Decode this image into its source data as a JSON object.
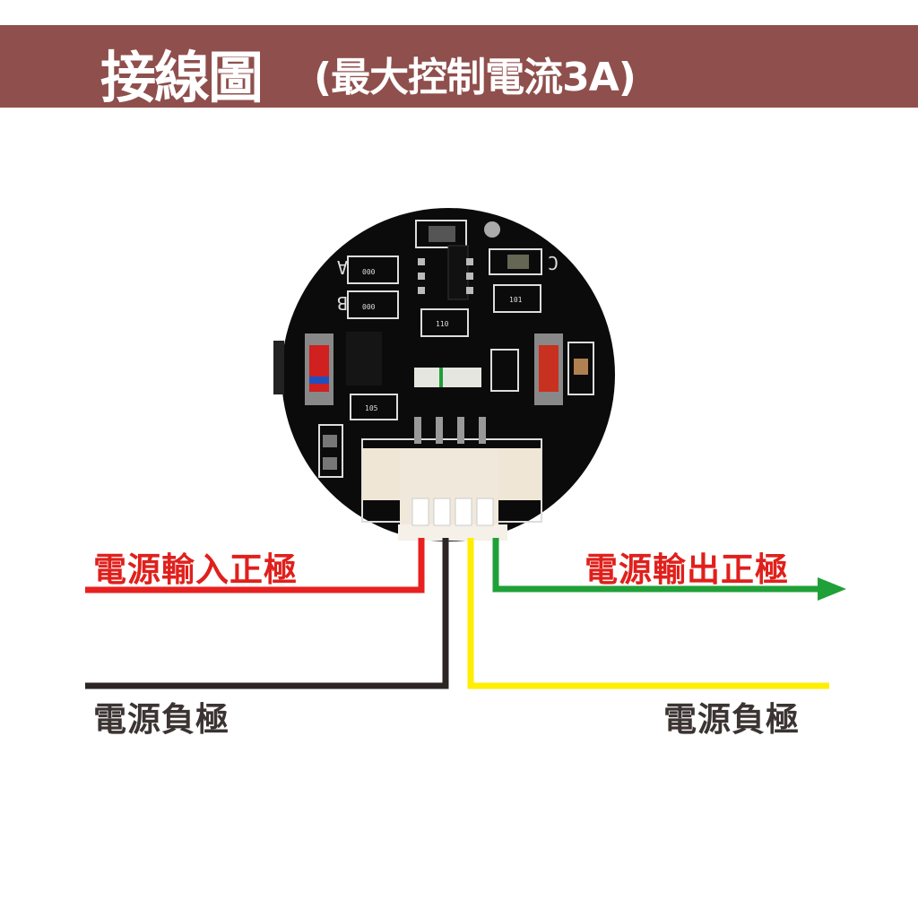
{
  "header": {
    "title": "接線圖",
    "subtitle": "(最大控制電流3A)"
  },
  "colors": {
    "banner": "#8f4f4c",
    "red_wire": "#e8201f",
    "black_wire": "#2b2523",
    "yellow_wire": "#ffee00",
    "green_wire": "#20a038",
    "red_text": "#e0201c",
    "dark_text": "#3b3433"
  },
  "board": {
    "silk_labels": [
      "A",
      "B",
      "C"
    ],
    "component_codes": [
      "000",
      "000",
      "101",
      "110",
      "105"
    ]
  },
  "labels": {
    "input_positive": "電源輸入正極",
    "output_positive": "電源輸出正極",
    "negative_left": "電源負極",
    "negative_right": "電源負極"
  }
}
